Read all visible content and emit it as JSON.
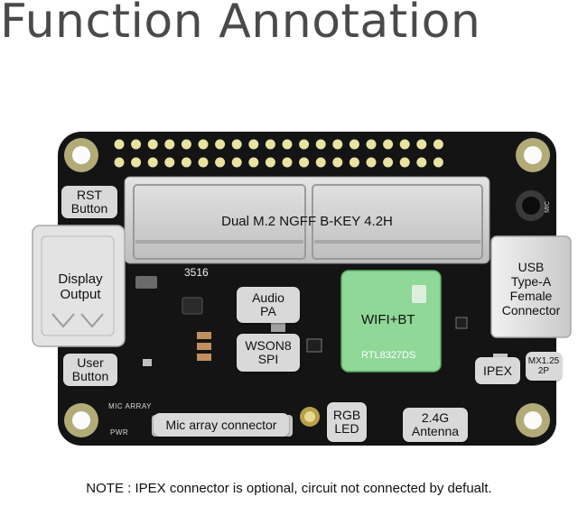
{
  "title": "Function Annotation",
  "labels": {
    "rst_button": "RST\nButton",
    "m2": "Dual M.2 NGFF B-KEY 4.2H",
    "display_output": "Display\nOutput",
    "usb": "USB\nType-A\nFemale\nConnector",
    "audio_pa": "Audio\nPA",
    "wson8": "WSON8\nSPI",
    "wifi": "WIFI+BT",
    "rtl": "RTL8327DS",
    "user_button": "User\nButton",
    "ipex": "IPEX",
    "mx": "MX1.25\n2P",
    "mic_array": "Mic array connector",
    "rgb_led": "RGB\nLED",
    "antenna": "2.4G\nAntenna"
  },
  "silkscreen": {
    "chip_3516": "3516",
    "mic_array": "MIC ARRAY",
    "pwr": "PWR",
    "mic": "MIC"
  },
  "note": "NOTE : IPEX connector is optional, circuit not connected by defualt.",
  "colors": {
    "board": "#141414",
    "label_bg": "#d9d9d9",
    "wifi_module": "#8fd898",
    "pads": "#e8e3a0",
    "title": "#4a4a4a"
  }
}
